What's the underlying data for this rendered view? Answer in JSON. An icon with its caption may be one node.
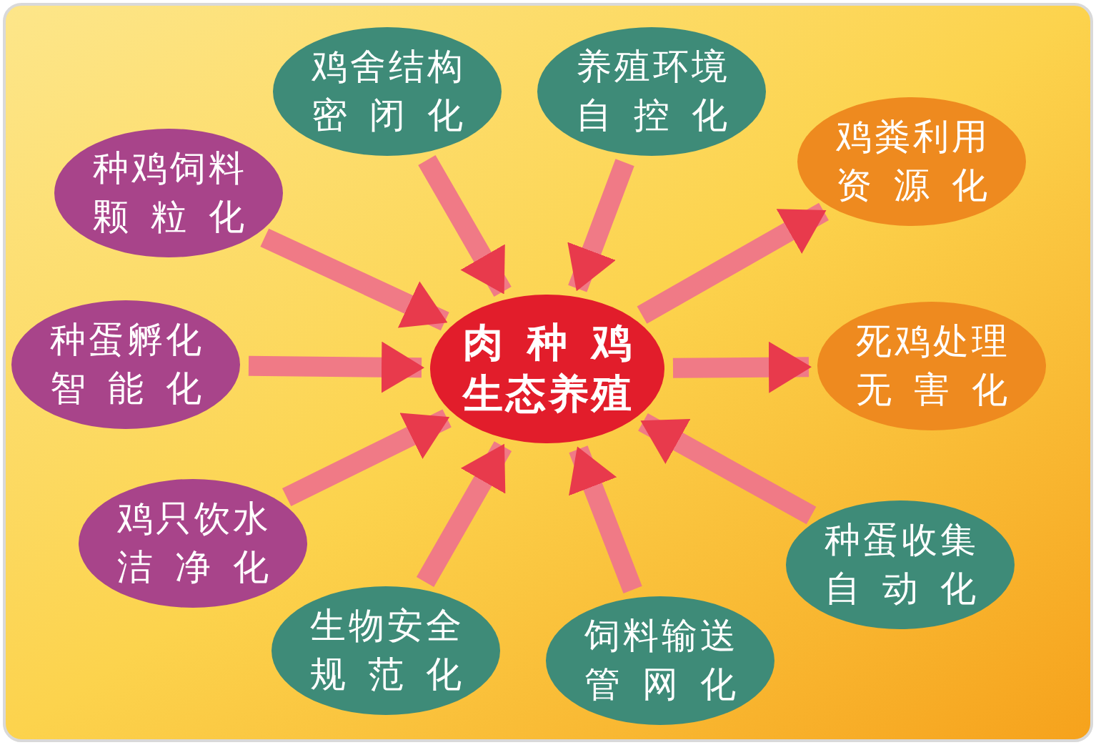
{
  "diagram": {
    "nodes": [
      {
        "text": [
          "肉种鸡生态养殖"
        ]
      },
      {
        "text": [
          "种鸡饲料颗粒化"
        ]
      },
      {
        "text": [
          "鸡舍结构密闭化"
        ]
      },
      {
        "text": [
          "养殖环境自控化"
        ]
      },
      {
        "text": [
          "鸡粪利用资源化"
        ]
      },
      {
        "text": [
          "种蛋孵化智能化"
        ]
      },
      {
        "text": [
          "死鸡处理无害化"
        ]
      },
      {
        "text": [
          "鸡只饮水洁净化"
        ]
      },
      {
        "text": [
          "种蛋收集自动化"
        ]
      },
      {
        "text": [
          "生物安全规范化"
        ]
      },
      {
        "text": [
          "饲料输送管网化"
        ]
      }
    ],
    "edges": [
      {
        "from": 1,
        "to": 0,
        "arrow": "to"
      },
      {
        "from": 2,
        "to": 0,
        "arrow": "to"
      },
      {
        "from": 3,
        "to": 0,
        "arrow": "to"
      },
      {
        "from": 0,
        "to": 4,
        "arrow": "to"
      },
      {
        "from": 5,
        "to": 0,
        "arrow": "to"
      },
      {
        "from": 0,
        "to": 6,
        "arrow": "to"
      },
      {
        "from": 7,
        "to": 0,
        "arrow": "to"
      },
      {
        "from": 8,
        "to": 0,
        "arrow": "to"
      },
      {
        "from": 9,
        "to": 0,
        "arrow": "to"
      },
      {
        "from": 10,
        "to": 0,
        "arrow": "to"
      }
    ]
  }
}
